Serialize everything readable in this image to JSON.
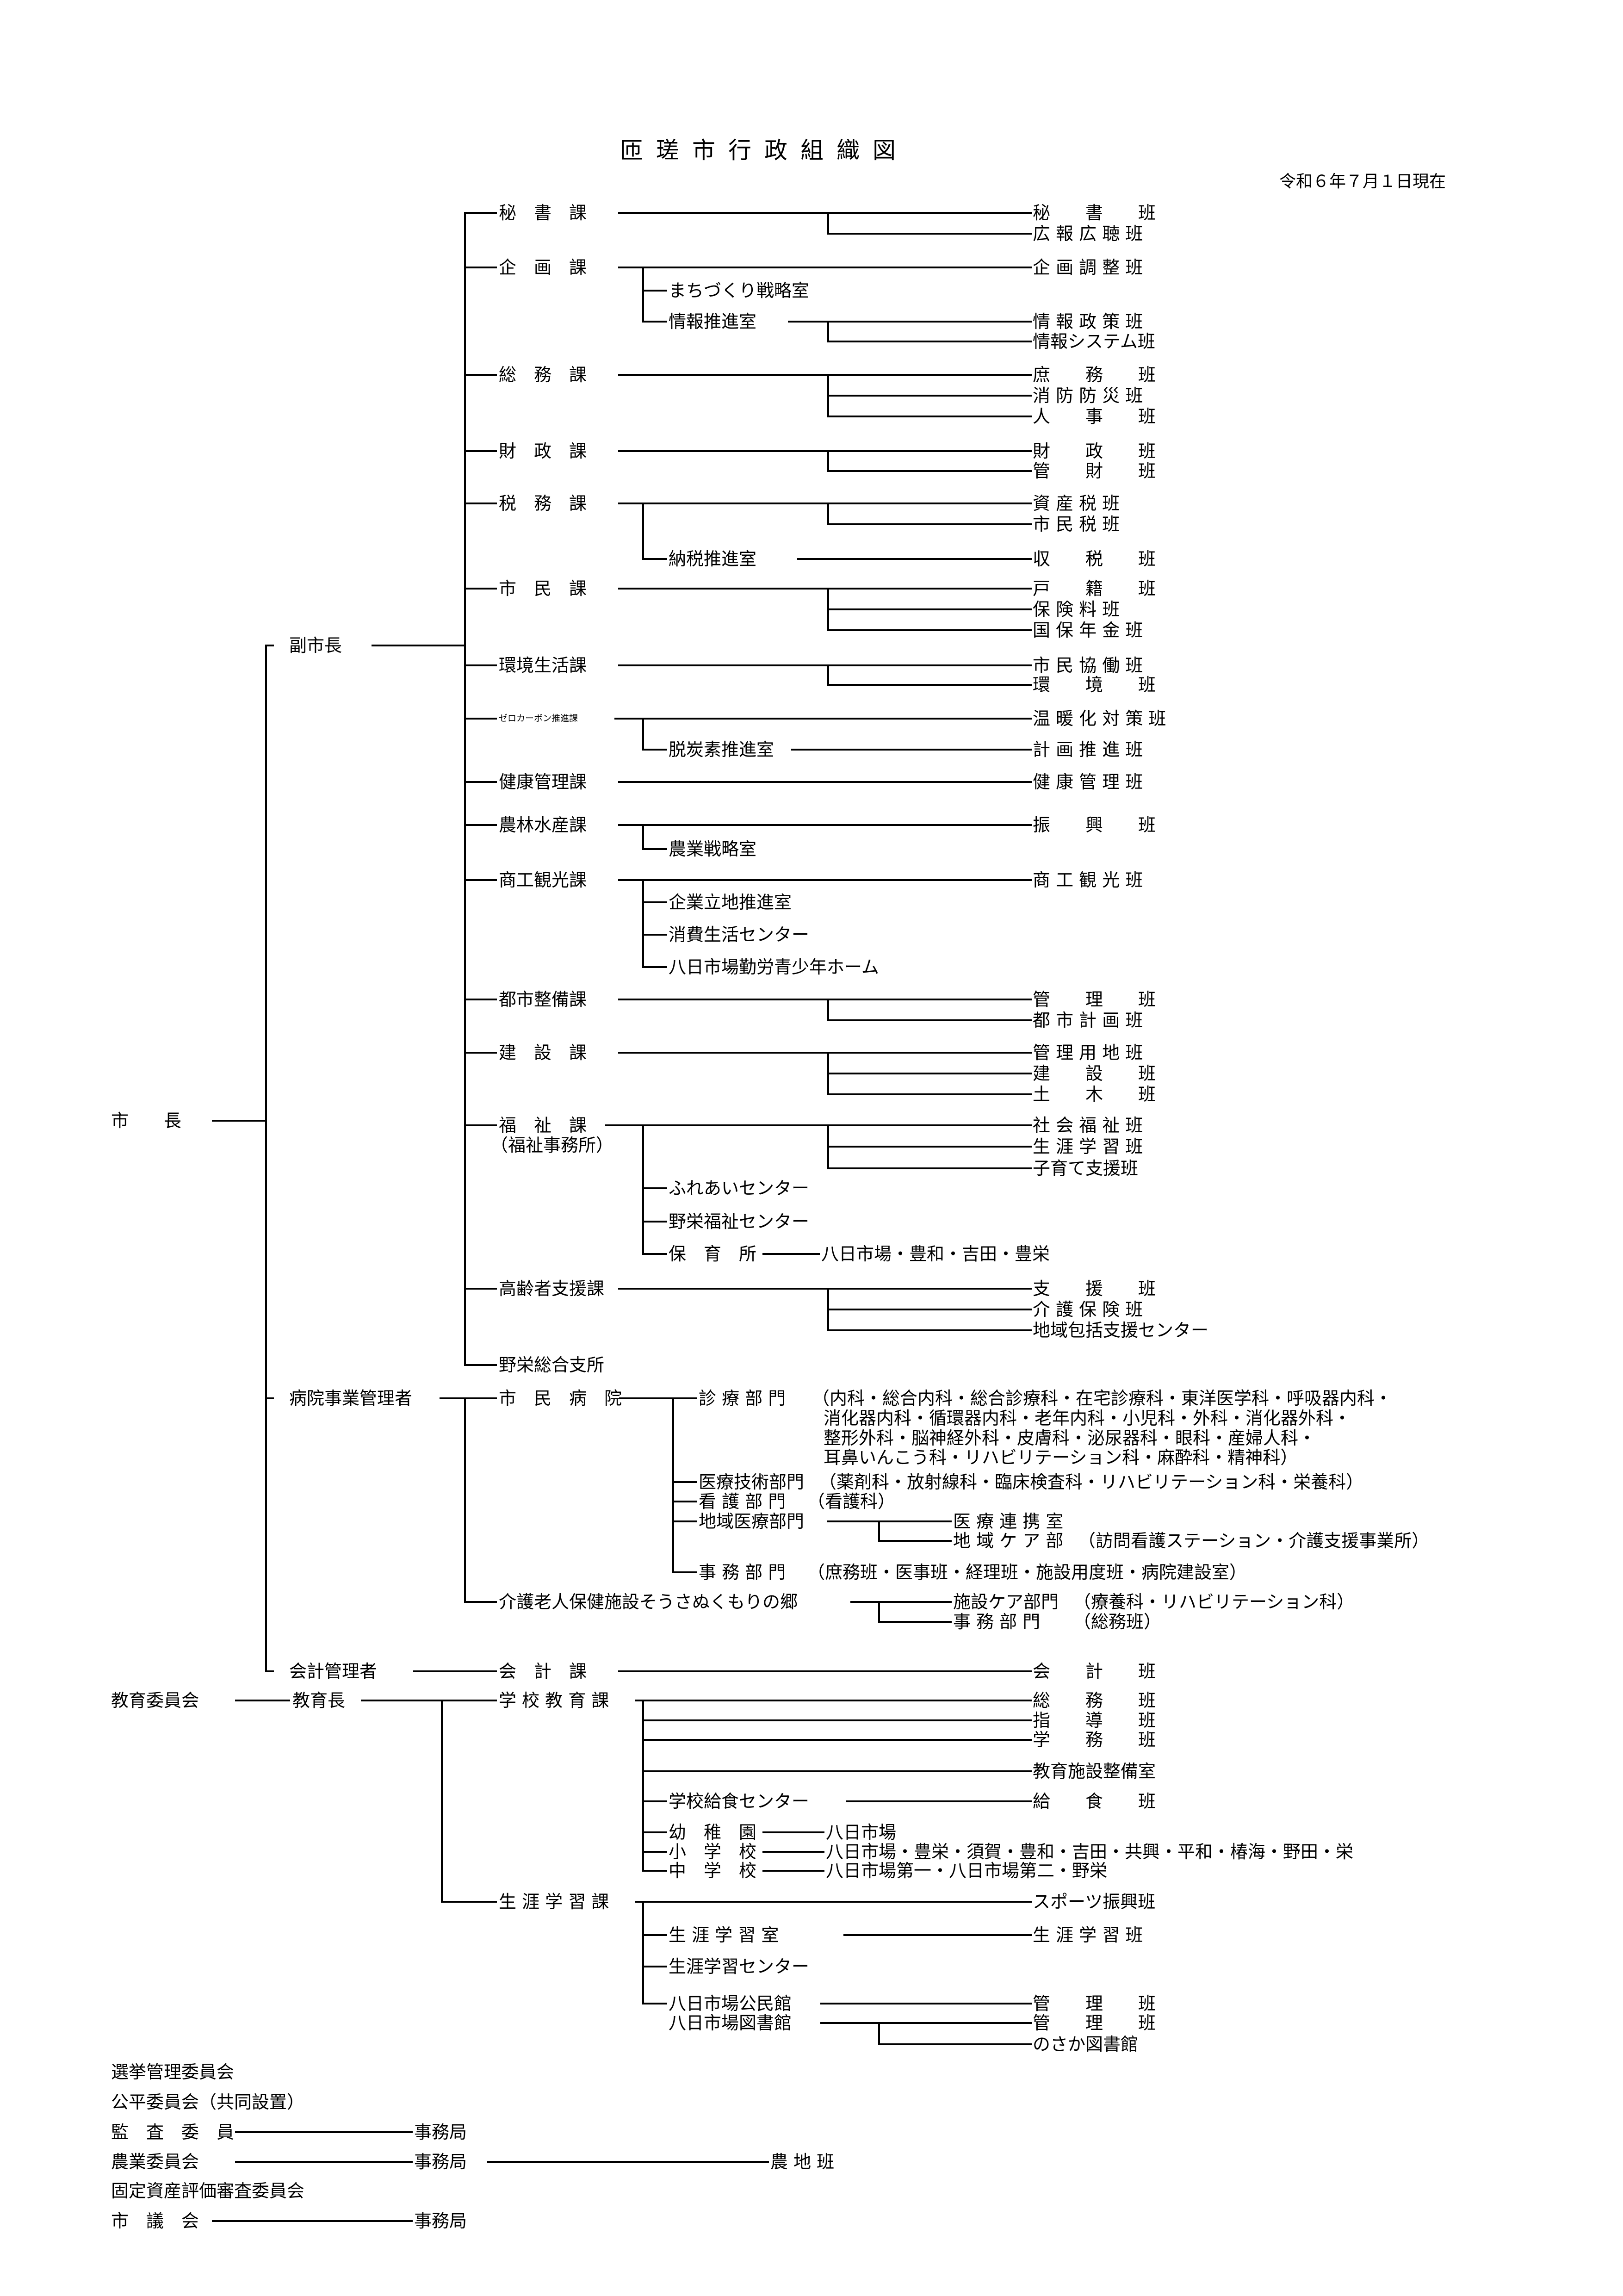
{
  "title": "匝瑳市行政組織図",
  "date": "令和６年７月１日現在",
  "labels": {
    "shicho": "市　　長",
    "fukushicho": "副市長",
    "hospital_admin": "病院事業管理者",
    "kaikei_kanrisha": "会計管理者",
    "kyoiku_iinkai": "教育委員会",
    "kyoikucho": "教育長",
    "hisho": "秘　書　課",
    "hisho_han": "秘　　書　　班",
    "koho_han": "広 報 広 聴 班",
    "kikaku": "企　画　課",
    "kikaku_han": "企 画 調 整 班",
    "machizukuri": "まちづくり戦略室",
    "johosuishin": "情報推進室",
    "joho_seisaku": "情 報 政 策 班",
    "joho_system": "情報システム班",
    "somu": "総　務　課",
    "shomu_han": "庶　　務　　班",
    "shobo_han": "消 防 防 災 班",
    "jinji_han": "人　　事　　班",
    "zaisei": "財　政　課",
    "zaisei_han": "財　　政　　班",
    "kanzai_han": "管　　財　　班",
    "zeimu": "税　務　課",
    "shisanzei_han": "資 産 税 班",
    "shiminzei_han": "市 民 税 班",
    "nozei": "納税推進室",
    "shuzei_han": "収　　税　　班",
    "shimin": "市　民　課",
    "koseki_han": "戸　　籍　　班",
    "hokenryo_han": "保 険 料 班",
    "kokuho_han": "国 保 年 金 班",
    "kankyo": "環境生活課",
    "kyodo_han": "市 民 協 働 班",
    "kankyo_han": "環　　境　　班",
    "zero_carbon": "ゼロカーボン推進課",
    "ondanka_han": "温 暖 化 対 策 班",
    "datsutanso": "脱炭素推進室",
    "keikaku_han": "計 画 推 進 班",
    "kenko": "健康管理課",
    "kenko_han": "健 康 管 理 班",
    "norin": "農林水産課",
    "shinko_han": "振　　興　　班",
    "nogyo_senryaku": "農業戦略室",
    "shoko": "商工観光課",
    "shoko_han": "商 工 観 光 班",
    "kigyo": "企業立地推進室",
    "shohi": "消費生活センター",
    "seishonen": "八日市場勤労青少年ホーム",
    "toshi": "都市整備課",
    "toshi_kanri_han": "管　　理　　班",
    "toshikeikaku_han": "都 市 計 画 班",
    "kensetsu": "建　設　課",
    "yochi_han": "管 理 用 地 班",
    "kensetsu_han": "建　　設　　班",
    "doboku_han": "土　　木　　班",
    "fukushi": "福　祉　課",
    "fukushi_jimusho": "（福祉事務所）",
    "shakai_han": "社 会 福 祉 班",
    "shogai_han": "生 涯 学 習 班",
    "kosodate_han": "子育て支援班",
    "fureai": "ふれあいセンター",
    "nosaka_fukushi": "野栄福祉センター",
    "hoikusho": "保　育　所",
    "hoikusho_list": "八日市場・豊和・吉田・豊栄",
    "koreisha": "高齢者支援課",
    "shien_han": "支　　援　　班",
    "kaigo_han": "介 護 保 険 班",
    "hokatsu": "地域包括支援センター",
    "nosaka_shisho": "野栄総合支所",
    "shimin_byoin": "市　民　病　院",
    "shinryo": "診 療 部 門",
    "shinryo_list1": "（内科・総合内科・総合診療科・在宅診療科・東洋医学科・呼吸器内科・",
    "shinryo_list2": "消化器内科・循環器内科・老年内科・小児科・外科・消化器外科・",
    "shinryo_list3": "整形外科・脳神経外科・皮膚科・泌尿器科・眼科・産婦人科・",
    "shinryo_list4": "耳鼻いんこう科・リハビリテーション科・麻酔科・精神科）",
    "iryogijutsu": "医療技術部門",
    "iryogijutsu_list": "（薬剤科・放射線科・臨床検査科・リハビリテーション科・栄養科）",
    "kango": "看 護 部 門",
    "kango_list": "（看護科）",
    "chiiki_iryo": "地域医療部門",
    "iryo_renkei": "医 療 連 携 室",
    "chiiki_care": "地 域 ケ ア 部",
    "chiiki_care_list": "（訪問看護ステーション・介護支援事業所）",
    "byoin_jimu": "事 務 部 門",
    "byoin_jimu_list": "（庶務班・医事班・経理班・施設用度班・病院建設室）",
    "rojin": "介護老人保健施設そうさぬくもりの郷",
    "shisetsu_care": "施設ケア部門",
    "shisetsu_care_list": "（療養科・リハビリテーション科）",
    "rojin_jimu": "事 務 部 門",
    "rojin_jimu_list": "（総務班）",
    "kaikei": "会　計　課",
    "kaikei_han": "会　　計　　班",
    "gakko": "学 校 教 育 課",
    "gakko_somu": "総　　務　　班",
    "shido_han": "指　　導　　班",
    "gakumu_han": "学　　務　　班",
    "kyoiku_shisetsu": "教育施設整備室",
    "kyushoku_center": "学校給食センター",
    "kyushoku_han": "給　　食　　班",
    "yochien": "幼　稚　園",
    "yochien_list": "八日市場",
    "shogakko": "小　学　校",
    "shogakko_list": "八日市場・豊栄・須賀・豊和・吉田・共興・平和・椿海・野田・栄",
    "chugakko": "中　学　校",
    "chugakko_list": "八日市場第一・八日市場第二・野栄",
    "shogai_gakushu": "生 涯 学 習 課",
    "sports_han": "スポーツ振興班",
    "shogai_shitsu": "生 涯 学 習 室",
    "shogai_center": "生涯学習センター",
    "kominkan": "八日市場公民館",
    "kominkan_kanri": "管　　理　　班",
    "toshokan": "八日市場図書館",
    "toshokan_kanri": "管　　理　　班",
    "nosaka_toshokan": "のさか図書館",
    "senkyo": "選挙管理委員会",
    "kohei": "公平委員会（共同設置）",
    "kansa": "監　査　委　員",
    "kansa_jimu": "事務局",
    "nogyo_iinkai": "農業委員会",
    "nogyo_jimu": "事務局",
    "nochi_han": "農 地 班",
    "kotei_shisan": "固定資産評価審査委員会",
    "gikai": "市　議　会",
    "gikai_jimu": "事務局"
  }
}
